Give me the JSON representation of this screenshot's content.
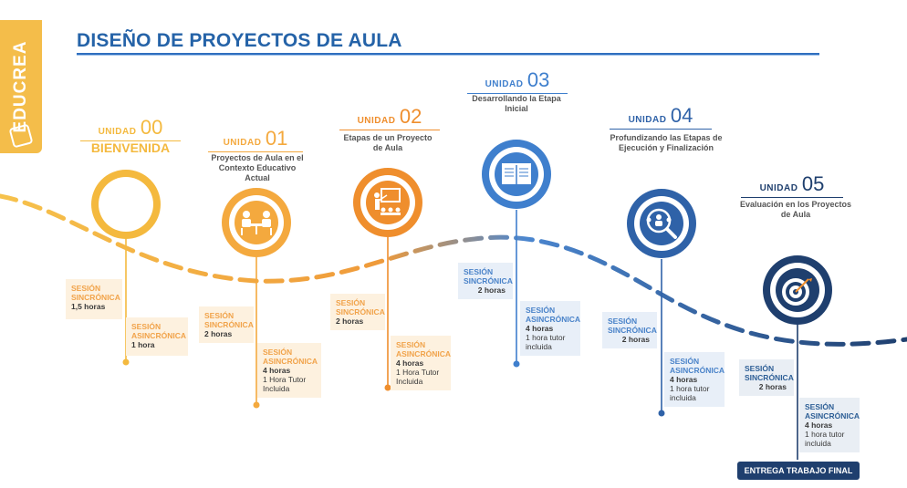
{
  "brand": "EDUCREA",
  "title": "DISEÑO DE PROYECTOS DE AULA",
  "unit_word": "UNIDAD",
  "units": [
    {
      "num": "00",
      "name": "BIENVENIDA",
      "color": "#f4b93e",
      "icon": "blank-circle-icon"
    },
    {
      "num": "01",
      "name": "Proyectos de Aula en el Contexto Educativo Actual",
      "color": "#f4a93e",
      "icon": "meeting-icon"
    },
    {
      "num": "02",
      "name": "Etapas de un Proyecto de Aula",
      "color": "#ef8e2d",
      "icon": "presentation-icon"
    },
    {
      "num": "03",
      "name": "Desarrollando la Etapa Inicial",
      "color": "#3f7fcd",
      "icon": "book-icon"
    },
    {
      "num": "04",
      "name": "Profundizando las Etapas de Ejecución y Finalización",
      "color": "#2f62a8",
      "icon": "search-people-icon"
    },
    {
      "num": "05",
      "name": "Evaluación en los Proyectos de Aula",
      "color": "#1f3f6e",
      "icon": "target-icon"
    }
  ],
  "sessions": [
    {
      "lines": [
        "SESIÓN",
        "SINCRÓNICA"
      ],
      "detail": [
        "1,5 horas"
      ]
    },
    {
      "lines": [
        "SESIÓN",
        "ASINCRÓNICA"
      ],
      "detail": [
        "1 hora"
      ]
    },
    {
      "lines": [
        "SESIÓN",
        "SINCRÓNICA"
      ],
      "detail": [
        "2 horas"
      ]
    },
    {
      "lines": [
        "SESIÓN",
        "ASINCRÓNICA"
      ],
      "detail": [
        "4 horas",
        "1 Hora Tutor",
        "Incluida"
      ]
    },
    {
      "lines": [
        "SESIÓN",
        "SINCRÓNICA"
      ],
      "detail": [
        "2 horas"
      ]
    },
    {
      "lines": [
        "SESIÓN",
        "ASINCRÓNICA"
      ],
      "detail": [
        "4 horas",
        "1 Hora Tutor",
        "Incluida"
      ]
    },
    {
      "lines": [
        "SESIÓN",
        "SINCRÓNICA"
      ],
      "detail": [
        "2 horas"
      ]
    },
    {
      "lines": [
        "SESIÓN",
        "ASINCRÓNICA"
      ],
      "detail": [
        "4 horas",
        "1 hora tutor",
        "incluida"
      ]
    },
    {
      "lines": [
        "SESIÓN",
        "SINCRÓNICA"
      ],
      "detail": [
        "2 horas"
      ]
    },
    {
      "lines": [
        "SESIÓN",
        "ASINCRÓNICA"
      ],
      "detail": [
        "4 horas",
        "1 hora tutor",
        "incluida"
      ]
    },
    {
      "lines": [
        "SESIÓN",
        "SINCRÓNICA"
      ],
      "detail": [
        "2 horas"
      ]
    },
    {
      "lines": [
        "SESIÓN",
        "ASINCRÓNICA"
      ],
      "detail": [
        "4 horas",
        "1 hora tutor",
        "incluida"
      ]
    }
  ],
  "final_label": "ENTREGA TRABAJO FINAL"
}
